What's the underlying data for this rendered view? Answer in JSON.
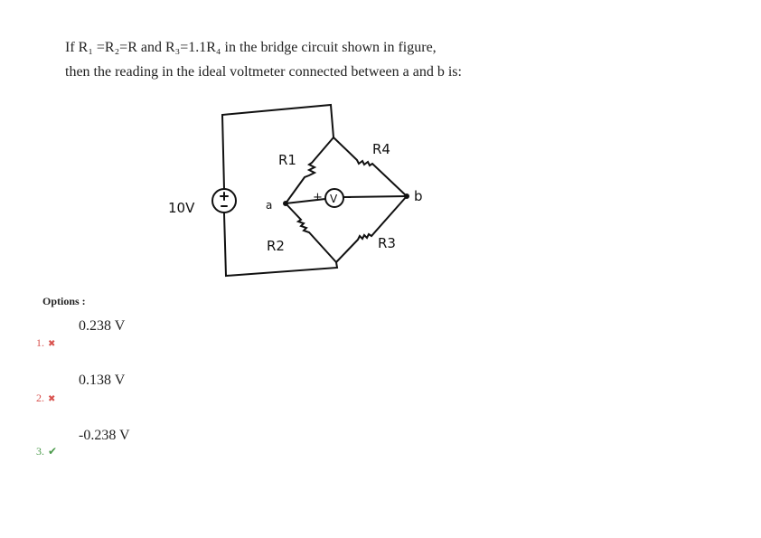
{
  "question": {
    "line1": "If R₁ =R₂=R  and R₃=1.1R₄ in the bridge circuit shown in figure,",
    "line2": "then the reading in the ideal voltmeter connected between a and b is:"
  },
  "figure": {
    "source": "10V",
    "r1": "R1",
    "r2": "R2",
    "r3": "R3",
    "r4": "R4",
    "node_a": "a",
    "node_b": "b",
    "meter": "V",
    "plus": "+",
    "minus": "-"
  },
  "options_label": "Options :",
  "options": [
    {
      "number": "1.",
      "value": "0.238 V",
      "status": "wrong",
      "icon": "cross-icon",
      "mark": "✖"
    },
    {
      "number": "2.",
      "value": "0.138 V",
      "status": "wrong",
      "icon": "cross-icon",
      "mark": "✖"
    },
    {
      "number": "3.",
      "value": "-0.238 V",
      "status": "correct",
      "icon": "check-icon",
      "mark": "✔"
    }
  ]
}
